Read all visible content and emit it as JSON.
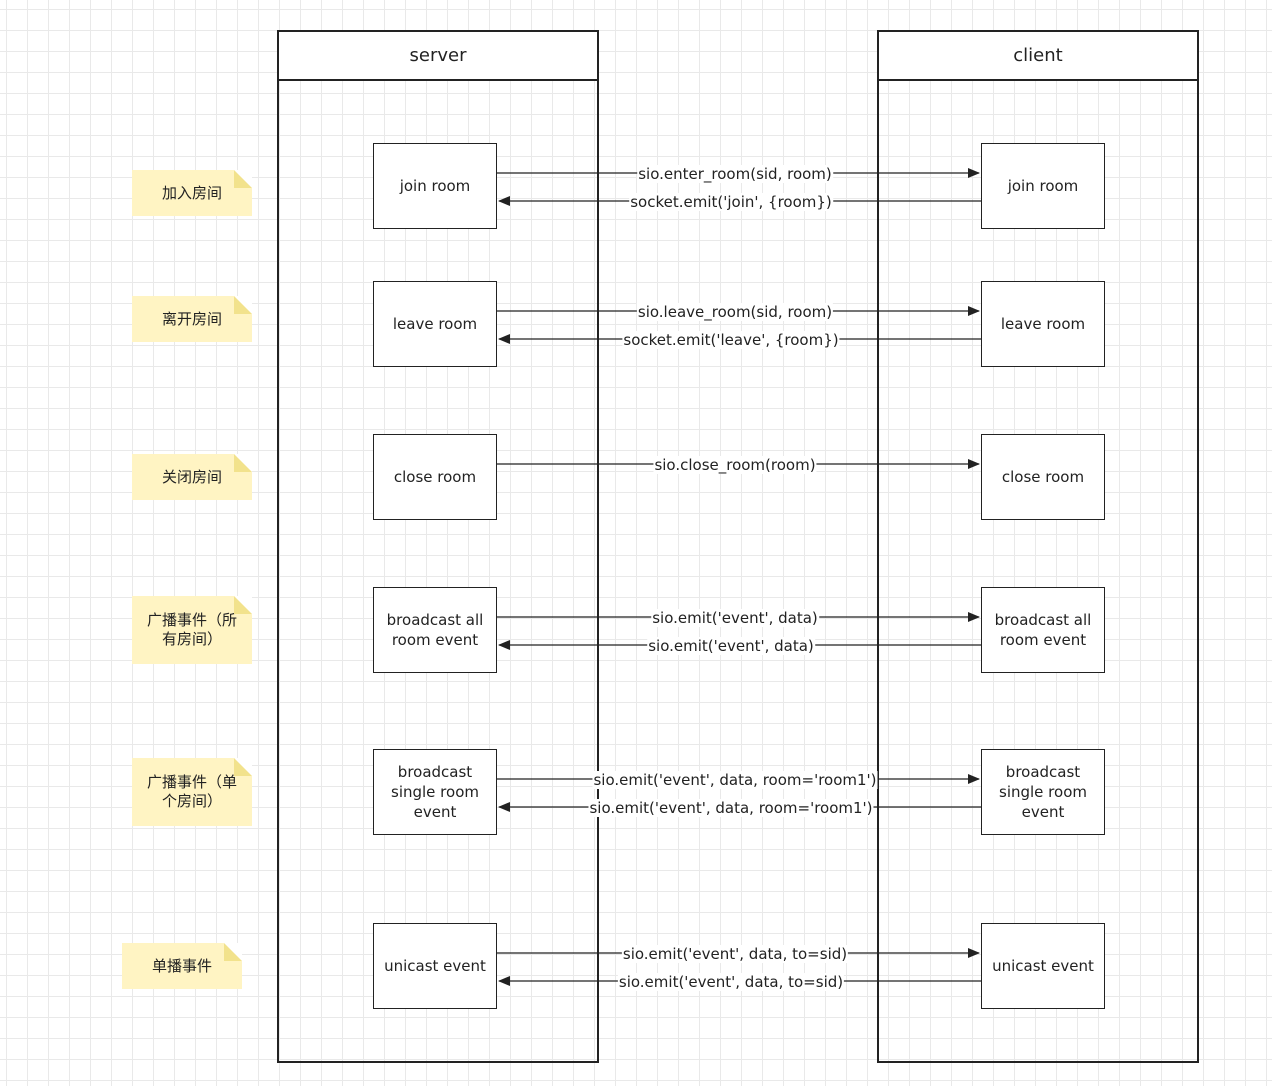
{
  "lanes": {
    "server": "server",
    "client": "client"
  },
  "notes": [
    "加入房间",
    "离开房间",
    "关闭房间",
    "广播事件（所有房间）",
    "广播事件（单个房间）",
    "单播事件"
  ],
  "server_boxes": [
    "join room",
    "leave room",
    "close room",
    "broadcast all room event",
    "broadcast single room event",
    "unicast event"
  ],
  "client_boxes": [
    "join room",
    "leave room",
    "close room",
    "broadcast all room event",
    "broadcast single room event",
    "unicast event"
  ],
  "messages": [
    {
      "label": "sio.enter_room(sid, room)",
      "direction": "server-to-client"
    },
    {
      "label": "socket.emit('join', {room})",
      "direction": "client-to-server"
    },
    {
      "label": "sio.leave_room(sid, room)",
      "direction": "server-to-client"
    },
    {
      "label": "socket.emit('leave', {room})",
      "direction": "client-to-server"
    },
    {
      "label": "sio.close_room(room)",
      "direction": "server-to-client"
    },
    {
      "label": "sio.emit('event', data)",
      "direction": "server-to-client"
    },
    {
      "label": "sio.emit('event', data)",
      "direction": "client-to-server"
    },
    {
      "label": "sio.emit('event', data, room='room1')",
      "direction": "server-to-client"
    },
    {
      "label": "sio.emit('event', data, room='room1')",
      "direction": "client-to-server"
    },
    {
      "label": "sio.emit('event', data, to=sid)",
      "direction": "server-to-client"
    },
    {
      "label": "sio.emit('event', data, to=sid)",
      "direction": "client-to-server"
    }
  ],
  "colors": {
    "note_fill": "#fff4c3",
    "note_fold": "#f2e28c",
    "line": "#222222",
    "grid": "#e9e9e9"
  }
}
